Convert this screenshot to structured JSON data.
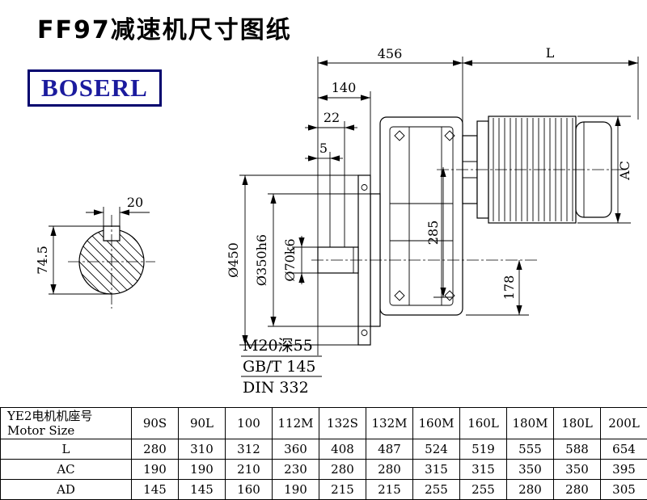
{
  "title": "FF97减速机尺寸图纸",
  "logo": "BOSERL",
  "drawing": {
    "dims": {
      "top_width": "456",
      "motor_length": "L",
      "shaft_length": "140",
      "dim_22": "22",
      "dim_5": "5",
      "motor_diameter": "AC",
      "height_285": "285",
      "height_178": "178",
      "flange_diameter": "Ø450",
      "spigot_diameter": "Ø350h6",
      "shaft_diameter": "Ø70k6",
      "key_width": "20",
      "key_height": "74.5"
    },
    "notes": [
      "M20深55",
      "GB/T 145",
      "DIN 332"
    ]
  },
  "table": {
    "header": {
      "line1": "YE2电机机座号",
      "line2": "Motor Size"
    },
    "sizes": [
      "90S",
      "90L",
      "100",
      "112M",
      "132S",
      "132M",
      "160M",
      "160L",
      "180M",
      "180L",
      "200L"
    ],
    "rows": [
      {
        "label": "L",
        "values": [
          "280",
          "310",
          "312",
          "360",
          "408",
          "487",
          "524",
          "519",
          "555",
          "588",
          "654"
        ]
      },
      {
        "label": "AC",
        "values": [
          "190",
          "190",
          "210",
          "230",
          "280",
          "280",
          "315",
          "315",
          "350",
          "350",
          "395"
        ]
      },
      {
        "label": "AD",
        "values": [
          "145",
          "145",
          "160",
          "190",
          "215",
          "215",
          "255",
          "255",
          "280",
          "280",
          "305"
        ]
      }
    ]
  }
}
